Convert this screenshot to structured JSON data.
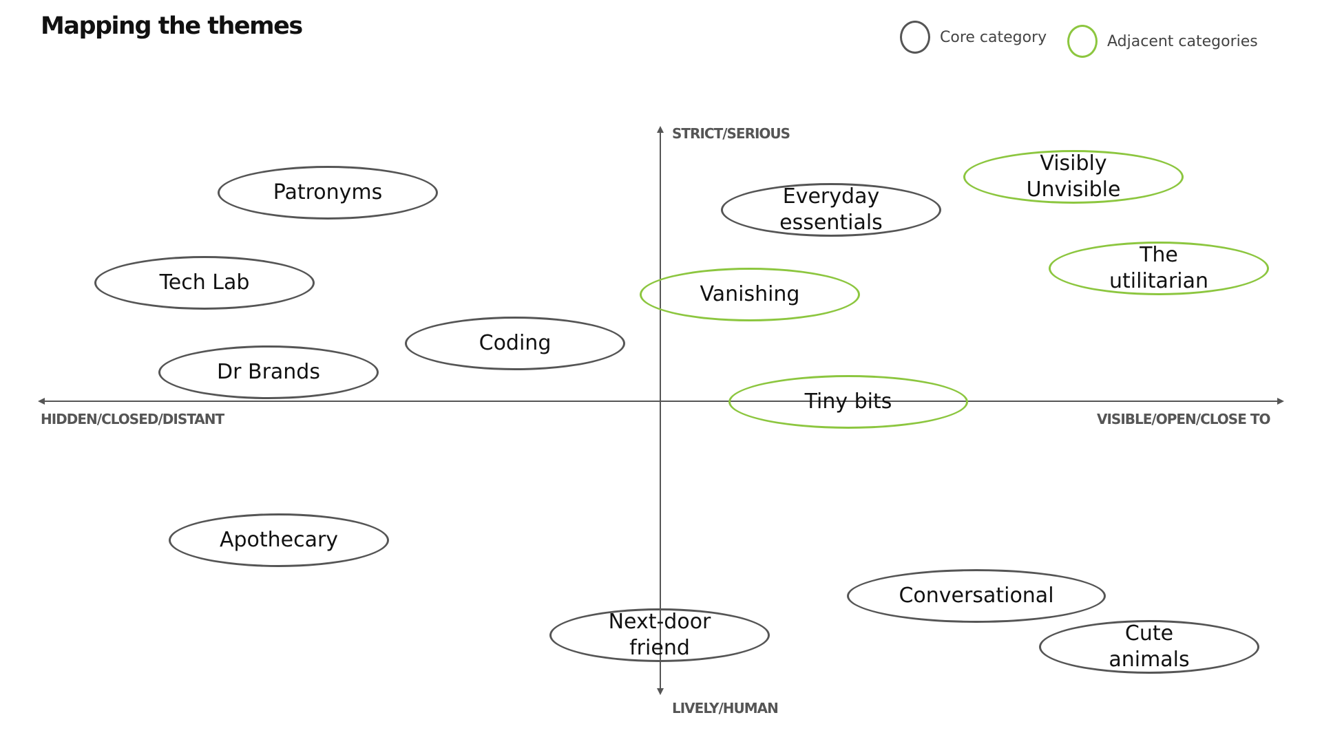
{
  "title": "Mapping the themes",
  "legend": {
    "core_label": "Core category",
    "adjacent_label": "Adjacent categories",
    "core_color": "#555555",
    "adjacent_color": "#8cc63f"
  },
  "axes": {
    "top": "STRICT/SERIOUS",
    "bottom": "LIVELY/HUMAN",
    "left": "HIDDEN/CLOSED/DISTANT",
    "right": "VISIBLE/OPEN/CLOSE TO"
  },
  "themes": {
    "patronyms": {
      "label": "Patronyms",
      "category": "core"
    },
    "tech_lab": {
      "label": "Tech Lab",
      "category": "core"
    },
    "coding": {
      "label": "Coding",
      "category": "core"
    },
    "dr_brands": {
      "label": "Dr Brands",
      "category": "core"
    },
    "apothecary": {
      "label": "Apothecary",
      "category": "core"
    },
    "everyday_essentials": {
      "label": "Everyday\nessentials",
      "category": "core"
    },
    "visibly_unvisible": {
      "label": "Visibly\nUnvisible",
      "category": "adjacent"
    },
    "the_utilitarian": {
      "label": "The\nutilitarian",
      "category": "adjacent"
    },
    "vanishing": {
      "label": "Vanishing",
      "category": "adjacent"
    },
    "tiny_bits": {
      "label": "Tiny bits",
      "category": "adjacent"
    },
    "conversational": {
      "label": "Conversational",
      "category": "core"
    },
    "next_door_friend": {
      "label": "Next-door\nfriend",
      "category": "core"
    },
    "cute_animals": {
      "label": "Cute\nanimals",
      "category": "core"
    }
  }
}
